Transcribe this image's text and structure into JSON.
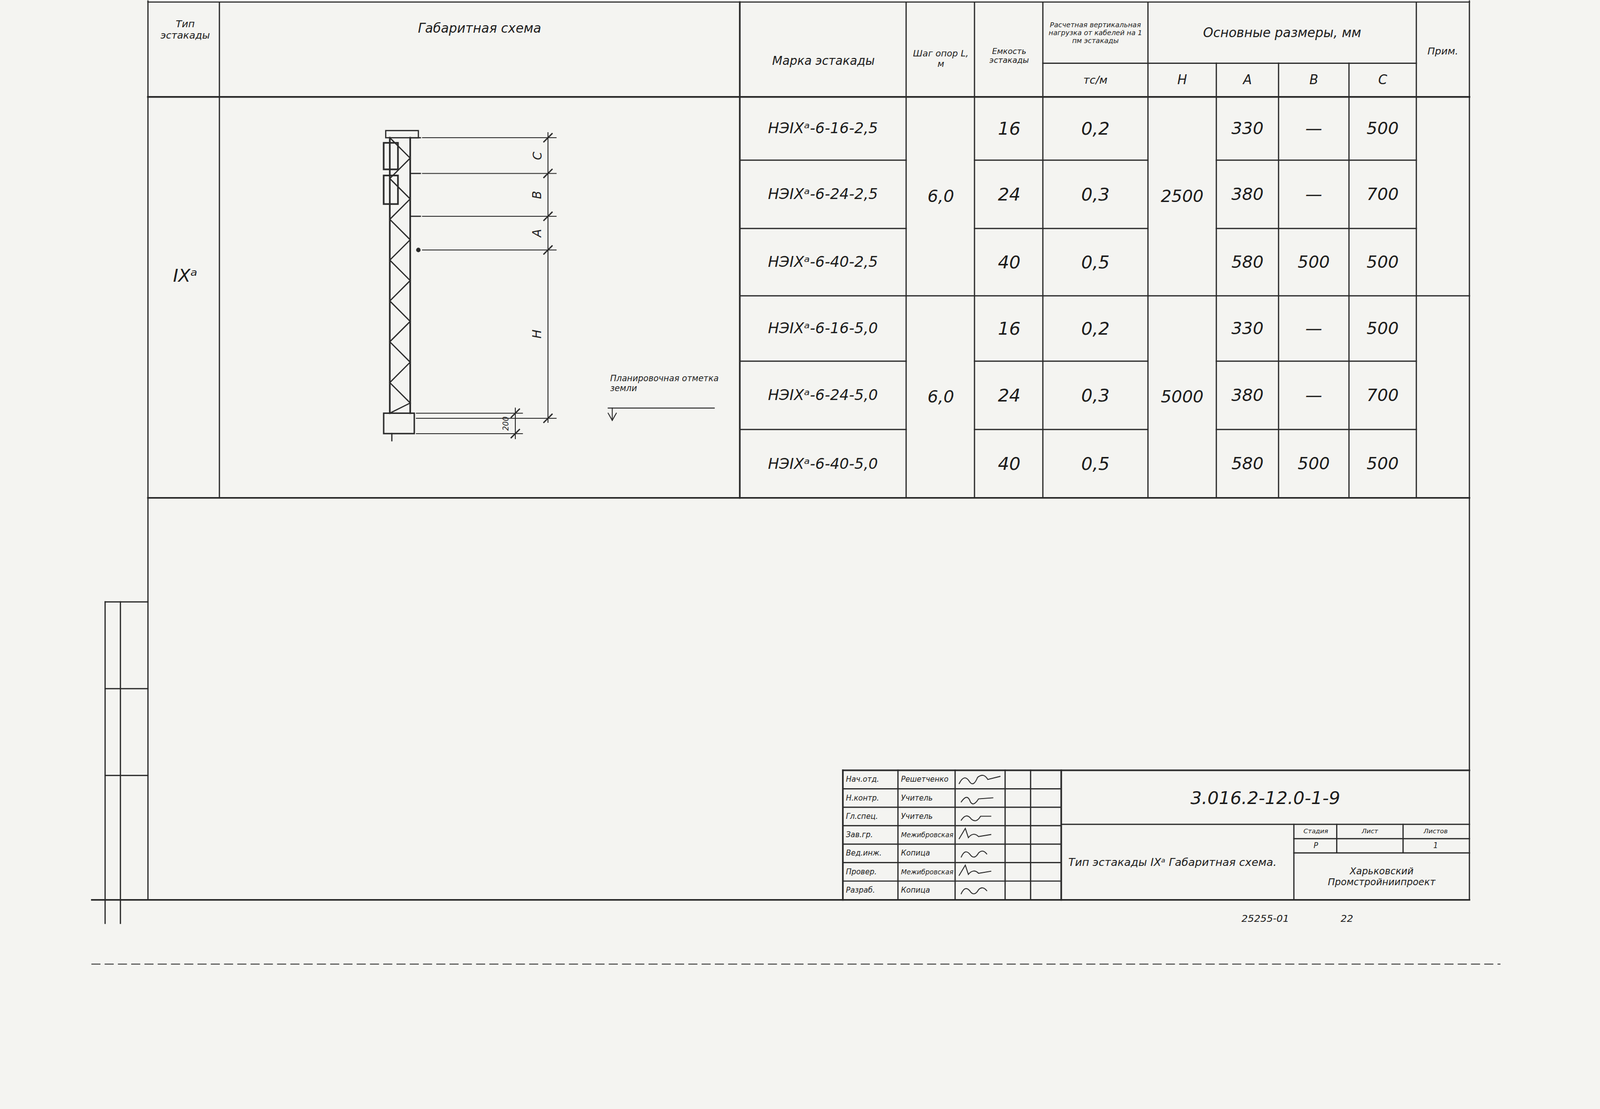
{
  "diagram": {
    "labels": [
      "Тип эстакады",
      "Габаритная схема",
      "Марка эстакады",
      "Шаг опор L, м",
      "Емкость эстакады",
      "Расчетная вертикальная нагрузка от кабелей на 1 пм эстакады",
      "тс/м",
      "Основные размеры, мм",
      "Н",
      "А",
      "В",
      "С",
      "Прим.",
      "IXᵃ",
      "НЭIXᵃ-6-16-2,5",
      "НЭIXᵃ-6-24-2,5",
      "НЭIXᵃ-6-40-2,5",
      "НЭIXᵃ-6-16-5,0",
      "НЭIXᵃ-6-24-5,0",
      "НЭIXᵃ-6-40-5,0",
      "6,0",
      "6,0",
      "16",
      "24",
      "40",
      "16",
      "24",
      "40",
      "0,2",
      "0,3",
      "0,5",
      "0,2",
      "0,3",
      "0,5",
      "2500",
      "5000",
      "330",
      "380",
      "580",
      "330",
      "380",
      "580",
      "—",
      "—",
      "500",
      "—",
      "—",
      "500",
      "500",
      "700",
      "500",
      "500",
      "700",
      "500",
      "С",
      "В",
      "А",
      "Н",
      "200",
      "Планировочная отметка земли",
      "Нач.отд.",
      "Решетченко",
      "Н.контр.",
      "Учитель",
      "Гл.спец.",
      "Учитель",
      "Зав.гр.",
      "Межибровская",
      "Вед.инж.",
      "Копица",
      "Провер.",
      "Межибровская",
      "Разраб.",
      "Копица",
      "3.016.2-12.0-1-9",
      "Тип эстакады IXᵃ Габаритная схема.",
      "Стадия",
      "Лист",
      "Листов",
      "Р",
      "1",
      "Харьковский Промстройниипроект",
      "25255-01",
      "22"
    ]
  }
}
